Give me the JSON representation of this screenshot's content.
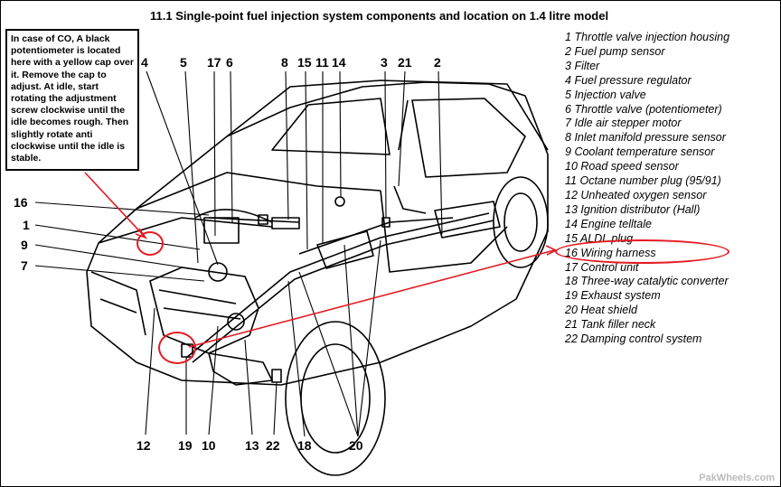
{
  "title": "11.1 Single-point fuel injection system components and location on 1.4 litre model",
  "note": "In case of CO, A black potentiometer is located here with a yellow cap over it. Remove the cap to adjust. At idle, start rotating the adjustment screw clockwise until the idle becomes rough. Then slightly rotate anti clockwise until the idle is stable.",
  "legend": [
    {
      "num": "1",
      "text": "Throttle valve injection housing"
    },
    {
      "num": "2",
      "text": "Fuel pump sensor"
    },
    {
      "num": "3",
      "text": "Filter"
    },
    {
      "num": "4",
      "text": "Fuel pressure regulator"
    },
    {
      "num": "5",
      "text": "Injection valve"
    },
    {
      "num": "6",
      "text": "Throttle valve (potentiometer)"
    },
    {
      "num": "7",
      "text": "Idle air stepper motor"
    },
    {
      "num": "8",
      "text": "Inlet manifold pressure sensor"
    },
    {
      "num": "9",
      "text": "Coolant temperature sensor"
    },
    {
      "num": "10",
      "text": "Road speed sensor"
    },
    {
      "num": "11",
      "text": "Octane number plug (95/91)"
    },
    {
      "num": "12",
      "text": "Unheated oxygen sensor"
    },
    {
      "num": "13",
      "text": "Ignition distributor (Hall)"
    },
    {
      "num": "14",
      "text": "Engine telltale"
    },
    {
      "num": "15",
      "text": "ALDL plug"
    },
    {
      "num": "16",
      "text": "Wiring harness"
    },
    {
      "num": "17",
      "text": "Control unit"
    },
    {
      "num": "18",
      "text": "Three-way catalytic converter"
    },
    {
      "num": "19",
      "text": "Exhaust system"
    },
    {
      "num": "20",
      "text": "Heat shield"
    },
    {
      "num": "21",
      "text": "Tank filler neck"
    },
    {
      "num": "22",
      "text": "Damping control system"
    }
  ],
  "callouts": {
    "c4": "4",
    "c5": "5",
    "c17": "17",
    "c6": "6",
    "c8": "8",
    "c15": "15",
    "c11": "11",
    "c14": "14",
    "c3": "3",
    "c21": "21",
    "c2": "2",
    "c16": "16",
    "c1": "1",
    "c9": "9",
    "c7": "7",
    "c12": "12",
    "c19": "19",
    "c10": "10",
    "c13": "13",
    "c22": "22",
    "c18": "18",
    "c20": "20"
  },
  "highlight_color": "#e31b23",
  "watermark": "PakWheels.com"
}
